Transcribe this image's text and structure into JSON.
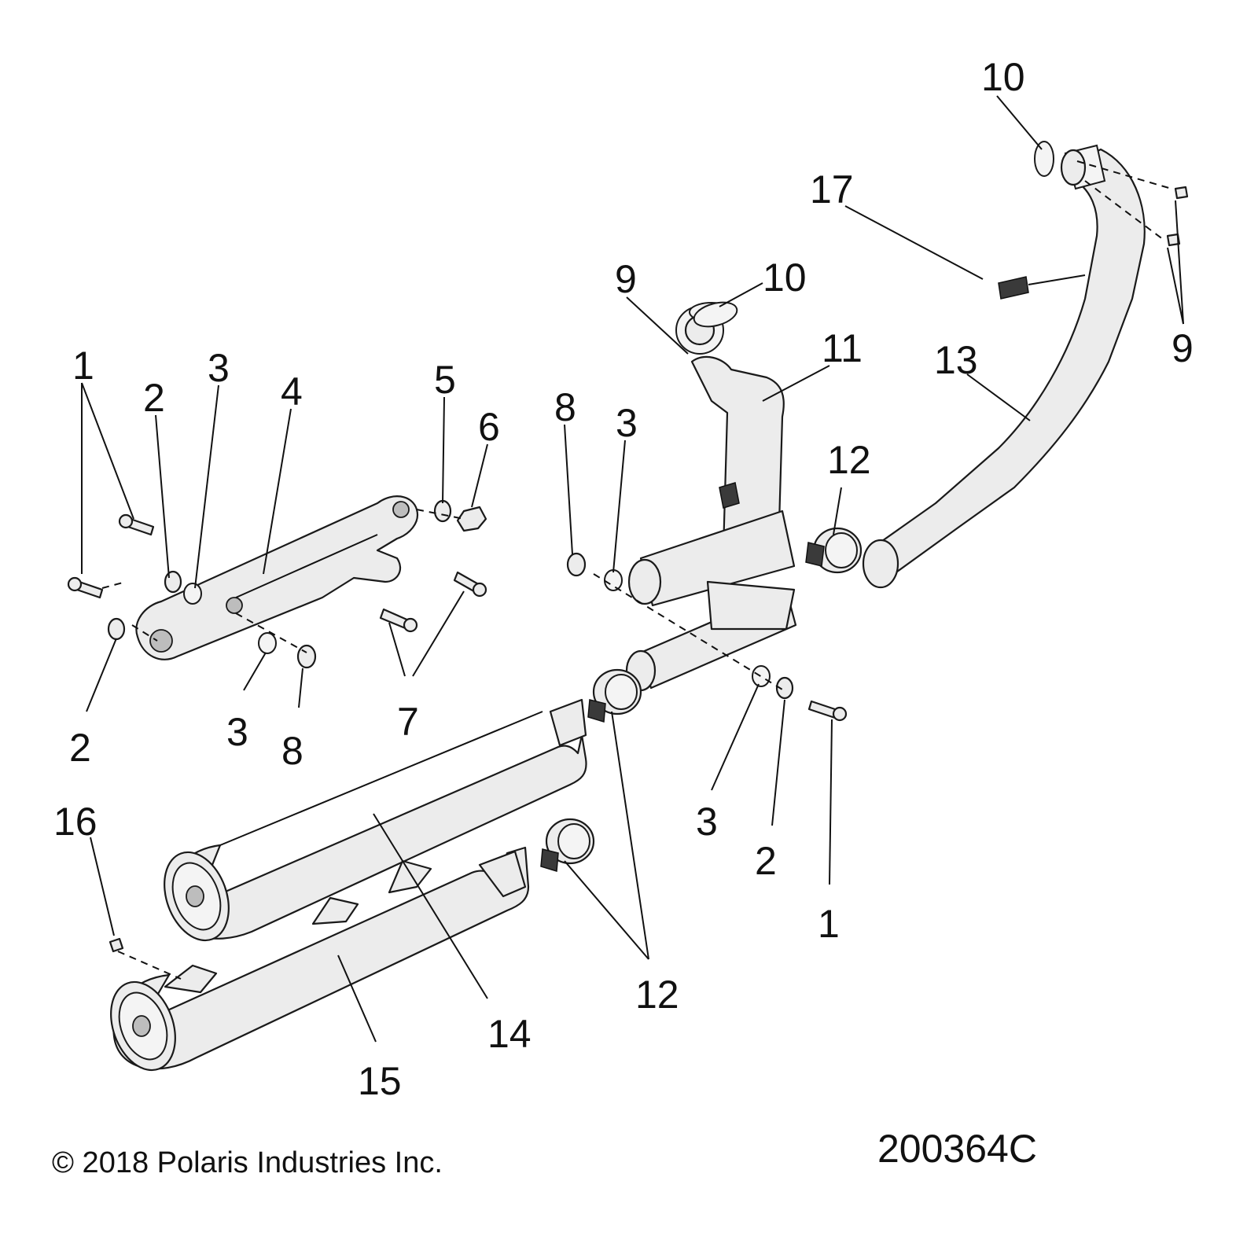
{
  "callouts": {
    "c1a": "1",
    "c1b": "1",
    "c2a": "2",
    "c2b": "2",
    "c2c": "2",
    "c3a": "3",
    "c3b": "3",
    "c3c": "3",
    "c3d": "3",
    "c4": "4",
    "c5": "5",
    "c6": "6",
    "c7": "7",
    "c8a": "8",
    "c8b": "8",
    "c9a": "9",
    "c9b": "9",
    "c10a": "10",
    "c10b": "10",
    "c11": "11",
    "c12a": "12",
    "c12b": "12",
    "c13": "13",
    "c14": "14",
    "c15": "15",
    "c16": "16",
    "c17": "17"
  },
  "footer": {
    "copyright": "© 2018 Polaris Industries Inc.",
    "figure_id": "200364C"
  }
}
